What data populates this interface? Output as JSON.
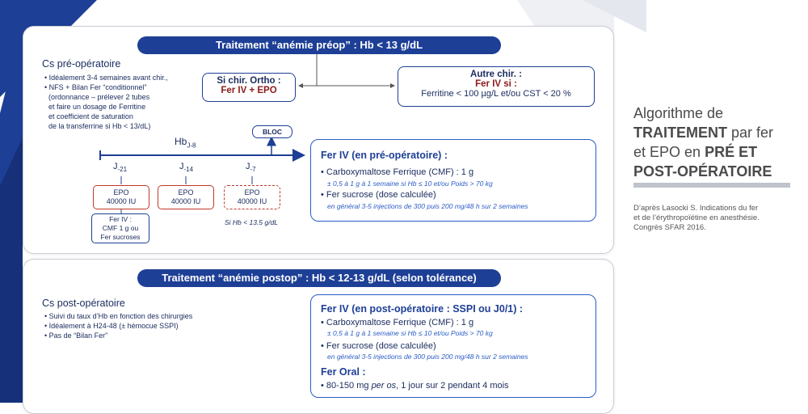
{
  "pre": {
    "header": "Traitement “anémie préop” : Hb < 13 g/dL",
    "cs_title": "Cs pré-opératoire",
    "cs_lines": [
      "• Idéalement 3-4 semaines avant chir.,",
      "• NFS + Bilan Fer “conditionnel”",
      "(ordonnance – prélever 2 tubes",
      "et faire un dosage de Ferritine",
      "et coefficient de saturation",
      "de la transferrine si Hb < 13/dL)"
    ],
    "ortho_title": "Si chir. Ortho :",
    "ortho_treat": "Fer IV + EPO",
    "autre_title": "Autre chir. :",
    "autre_treat": "Fer IV si :",
    "autre_cond": "Ferritine < 100 µg/L et/ou CST < 20 %",
    "timeline_hb": "Hb",
    "timeline_hb_sub": "J-8",
    "bloc": "BLOC",
    "j_labels": [
      {
        "main": "J",
        "sub": "-21"
      },
      {
        "main": "J",
        "sub": "-14"
      },
      {
        "main": "J",
        "sub": "-7"
      }
    ],
    "epo_boxes": [
      {
        "line1": "EPO",
        "line2": "40000 IU"
      },
      {
        "line1": "EPO",
        "line2": "40000 IU"
      },
      {
        "line1": "EPO",
        "line2": "40000 IU"
      }
    ],
    "ferbox": [
      "Fer IV :",
      "CMF 1 g ou",
      "Fer sucroses"
    ],
    "si_hb": "Si Hb < 13.5 g/dL",
    "right_title": "Fer IV (en pré-opératoire) :",
    "right_items": [
      {
        "main": "• Carboxymaltose Ferrique (CMF) : 1 g",
        "sub": "± 0,5 à 1 g à 1 semaine si Hb ≤ 10 et/ou Poids > 70 kg"
      },
      {
        "main": "• Fer sucrose (dose calculée)",
        "sub": "en général 3-5 injections de 300 puis 200 mg/48 h sur 2 semaines"
      }
    ]
  },
  "post": {
    "header": "Traitement “anémie postop” : Hb < 12-13 g/dL (selon tolérance)",
    "cs_title": "Cs post-opératoire",
    "cs_lines": [
      "• Suivi du taux d’Hb en fonction des chirurgies",
      "• Idéalement à H24-48 (± hémocue SSPI)",
      "• Pas de “Bilan Fer”"
    ],
    "right_title": "Fer IV (en post-opératoire : SSPI ou J0/1) :",
    "right_items": [
      {
        "main": "• Carboxymaltose Ferrique (CMF) : 1 g",
        "sub": "± 0,5 à 1 g à 1 semaine si Hb ≤ 10 et/ou Poids > 70 kg"
      },
      {
        "main": "• Fer sucrose (dose calculée)",
        "sub": "en général 3-5 injections de 300 puis 200 mg/48 h sur 2 semaines"
      }
    ],
    "oral_title": "Fer Oral :",
    "oral_line_a": "• 80-150 mg ",
    "oral_line_b": "per os",
    "oral_line_c": ", 1 jour sur 2 pendant 4 mois"
  },
  "side": {
    "t1": "Algorithme de",
    "t2a": "TRAITEMENT",
    "t2b": " par fer",
    "t3a": "et EPO en ",
    "t3b": "PRÉ ET",
    "t4": "POST-OPÉRATOIRE",
    "ref1": "D’après Lasocki S. Indications du fer",
    "ref2": "et de l’érythropoïétine en anesthésie.",
    "ref3": "Congrès SFAR 2016."
  },
  "colors": {
    "navy": "#1e3f96",
    "red": "#c0392b",
    "darkred": "#8b1a1a"
  }
}
